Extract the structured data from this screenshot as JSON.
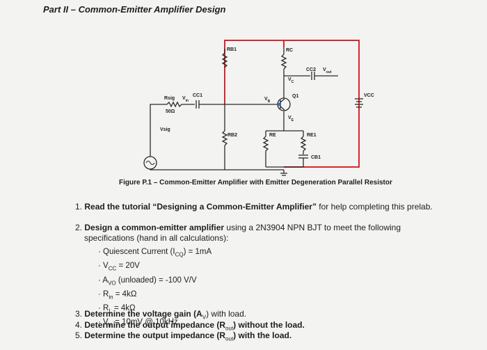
{
  "title": "Part II – Common-Emitter Amplifier Design",
  "figure": {
    "caption": "Figure P.1 – Common-Emitter Amplifier with Emitter Degeneration Parallel Resistor",
    "labels": {
      "rb1": "RB1",
      "rc": "RC",
      "cc2": "CC2",
      "vout": "V",
      "vout_sub": "out",
      "vc": "V",
      "vc_sub": "C",
      "q1": "Q1",
      "vcc": "VCC",
      "rsig": "Rsig",
      "vin": "V",
      "vin_sub": "in",
      "cc1": "CC1",
      "rsig_val": "50Ω",
      "vb": "V",
      "vb_sub": "B",
      "ve": "V",
      "ve_sub": "E",
      "vsig": "Vsig",
      "rb2": "RB2",
      "re": "RE",
      "re1": "RE1",
      "cb1": "CB1"
    }
  },
  "questions": {
    "q1_num": "1.",
    "q1_a": "Read the tutorial ",
    "q1_b": "“Designing a Common-Emitter Amplifier”",
    "q1_c": " for help completing this prelab.",
    "q2_num": "2.",
    "q2_a": "Design a common-emitter amplifier",
    "q2_b": " using a 2N3904 NPN BJT to meet the following",
    "q2_c": "specifications (hand in all calculations):",
    "q3_num": "3.",
    "q3_a": "Determine the voltage gain (A",
    "q3_sub": "V",
    "q3_b": ") with load.",
    "q4_num": "4.",
    "q4_a": "Determine the output impedance (R",
    "q4_sub": "out",
    "q4_b": ") without the load.",
    "q5_num": "5.",
    "q5_a": "Determine the output impedance (R",
    "q5_sub": "out",
    "q5_b": ") with the load."
  },
  "specs": [
    {
      "a": "· Quiescent Current (I",
      "sub": "CQ",
      "b": ") = 1mA"
    },
    {
      "a": "· V",
      "sub": "CC",
      "b": " = 20V"
    },
    {
      "a": "· A",
      "sub": "VO",
      "b": " (unloaded) = -100 V/V"
    },
    {
      "a": "· R",
      "sub": "in",
      "b": " = 4kΩ"
    },
    {
      "a": "· R",
      "sub": "L",
      "b": " = 4kΩ"
    },
    {
      "a": "· V",
      "sub": "in",
      "b": " = 10mV @ 10kHz"
    }
  ]
}
